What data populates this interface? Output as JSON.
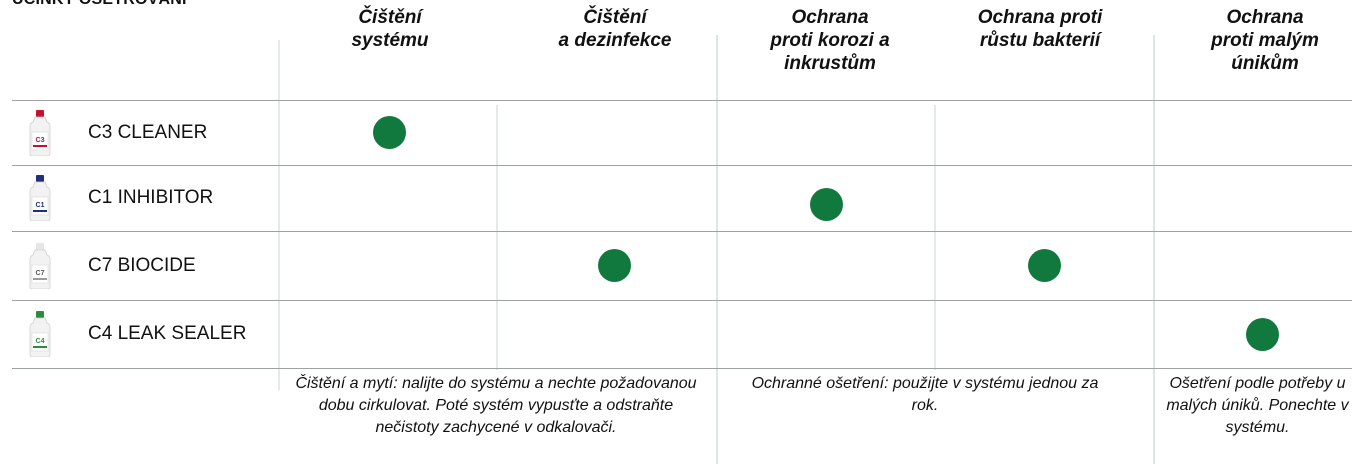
{
  "page_title": "ÚČINKY OŠETŘOVÁNÍ",
  "columns": [
    {
      "label_line1": "Čištění",
      "label_line2": "systému",
      "label_line3": ""
    },
    {
      "label_line1": "Čištění",
      "label_line2": "a dezinfekce",
      "label_line3": ""
    },
    {
      "label_line1": "Ochrana",
      "label_line2": "proti korozi a",
      "label_line3": "inkrustům"
    },
    {
      "label_line1": "Ochrana proti",
      "label_line2": "růstu bakterií",
      "label_line3": ""
    },
    {
      "label_line1": "Ochrana",
      "label_line2": "proti malým",
      "label_line3": "únikům"
    }
  ],
  "products": [
    {
      "name": "C3 CLEANER",
      "cap_color": "#c8102e",
      "label_text": "C3",
      "marks": [
        true,
        false,
        false,
        false,
        false
      ]
    },
    {
      "name": "C1 INHIBITOR",
      "cap_color": "#1f2f7a",
      "label_text": "C1",
      "marks": [
        false,
        false,
        true,
        false,
        false
      ]
    },
    {
      "name": "C7 BIOCIDE",
      "cap_color": "#e6e6e6",
      "label_text": "C7",
      "marks": [
        false,
        true,
        false,
        true,
        false
      ]
    },
    {
      "name": "C4 LEAK SEALER",
      "cap_color": "#2e8b3d",
      "label_text": "C4",
      "marks": [
        false,
        false,
        false,
        false,
        true
      ]
    }
  ],
  "notes": {
    "cleaning": "Čištění a mytí: nalijte do systému a nechte požadovanou dobu cirkulovat. Poté systém vypusťte a odstraňte nečistoty zachycené v odkalovači.",
    "protection": "Ochranné ošetření: použijte v systému jednou za rok.",
    "leak": "Ošetření podle potřeby u malých úniků. Ponechte v systému."
  },
  "dot_color": "#11783e"
}
